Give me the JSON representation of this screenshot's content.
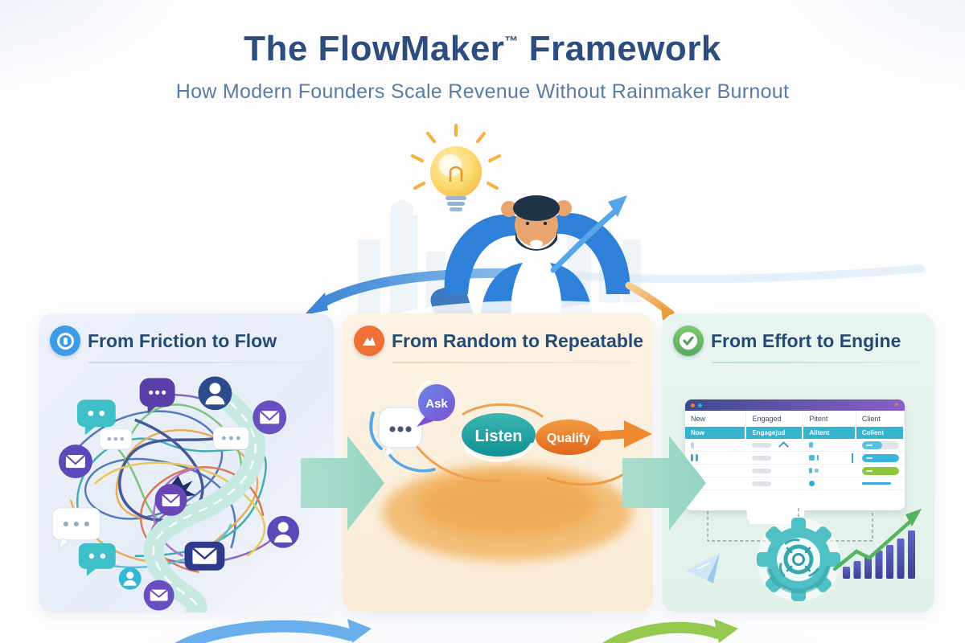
{
  "header": {
    "title_main": "The FlowMaker",
    "trademark": "™",
    "title_suffix": " Framework",
    "subtitle": "How Modern Founders Scale Revenue Without Rainmaker Burnout"
  },
  "panels": [
    {
      "title": "From Friction to Flow",
      "accent": "#3d9ce8"
    },
    {
      "title": "From Random to Repeatable",
      "accent": "#ee7036",
      "steps": [
        {
          "label": "Ask",
          "color": "#7a52cf"
        },
        {
          "label": "Listen",
          "color": "#16989c"
        },
        {
          "label": "Qualify",
          "color": "#e8722a"
        }
      ]
    },
    {
      "title": "From Effort to Engine",
      "accent": "#66bf6b",
      "pipeline": {
        "columns": [
          "New",
          "Engaged",
          "Pitent",
          "Client"
        ],
        "columns_row2": [
          "Now",
          "Engagejud",
          "Alitent",
          "Colient"
        ]
      }
    }
  ],
  "icons": {
    "lightbulb-icon": "glowing idea bulb with rays",
    "founder-illustration": "relaxed bearded founder, hands behind head",
    "growth-arrow-icon": "blue ascending curved arrow",
    "flow-down-arrow-icon": "blue swoosh arrow pointing to panel 1",
    "handoff-arrow-icon": "orange curved arrow toward panel 2",
    "step-arrow-icon": "teal block arrow between panels",
    "chat-bubble-icon": "message bubble with dots",
    "person-icon": "round user avatar",
    "mail-icon": "envelope in circle",
    "winding-road": "clear teal path through the tangle",
    "browser-window": "CRM pipeline table window",
    "gear-icon": "teal automation gear",
    "bar-chart-icon": "rising indigo revenue bars",
    "paper-plane-icon": "light blue outbound message plane"
  },
  "colors": {
    "title": "#2d4d7f",
    "subtitle": "#587ca3",
    "panel1_accent": "#3d9ce8",
    "panel2_accent": "#ee7036",
    "panel3_accent": "#66bf6b",
    "step_arrow": "#9ddac8",
    "table_header": "#35b4cf",
    "progress_blue": "#38b6dc",
    "progress_green": "#8cc63f",
    "bars": "#4b4fa6",
    "growth_green": "#55b45f"
  }
}
